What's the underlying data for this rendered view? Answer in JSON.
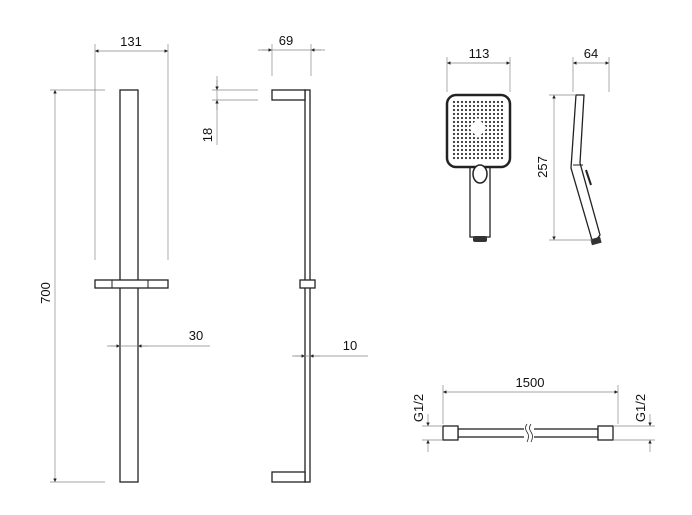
{
  "dimensions": {
    "rail_front_width": "131",
    "rail_height": "700",
    "rail_tube_width": "30",
    "rail_side_depth": "69",
    "rail_arm_thickness": "18",
    "rail_tube_depth": "10",
    "handshower_width": "113",
    "handshower_depth": "64",
    "handshower_length": "257",
    "hose_length": "1500",
    "hose_thread_left": "G1/2",
    "hose_thread_right": "G1/2"
  }
}
